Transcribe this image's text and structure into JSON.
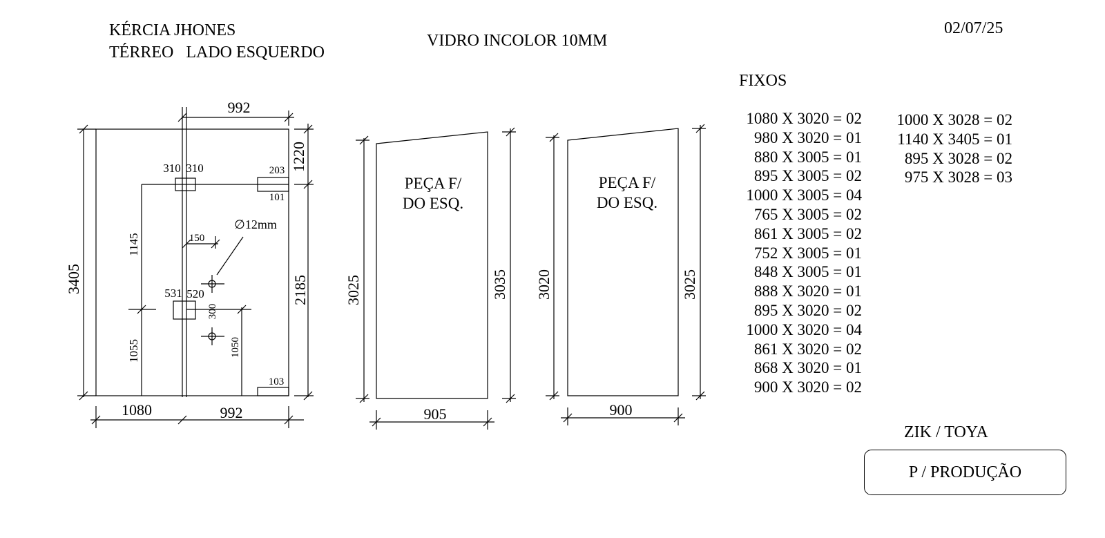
{
  "header": {
    "client": "KÉRCIA JHONES",
    "location": "TÉRREO   LADO ESQUERDO",
    "material": "VIDRO INCOLOR 10MM",
    "date": "02/07/25"
  },
  "panel_main": {
    "dim_top": "992",
    "dim_height": "3405",
    "dim_right_upper": "1220",
    "dim_right_lower": "2185",
    "dim_bottom_left": "1080",
    "dim_bottom_right": "992",
    "notch_left": "310",
    "notch_right": "310",
    "notch_top_right": "203",
    "notch_top_right_h": "101",
    "dim_1145": "1145",
    "dim_150": "150",
    "hole_dia": "∅12mm",
    "notch_mid_left": "531",
    "notch_mid_right": "520",
    "dim_300": "300",
    "dim_1055": "1055",
    "dim_1050": "1050",
    "notch_bottom_right": "103"
  },
  "panel_two": {
    "label_line1": "PEÇA F/",
    "label_line2": "DO ESQ.",
    "dim_left": "3025",
    "dim_right": "3035",
    "dim_bottom": "905"
  },
  "panel_three": {
    "label_line1": "PEÇA F/",
    "label_line2": "DO ESQ.",
    "dim_left": "3020",
    "dim_right": "3025",
    "dim_bottom": "900"
  },
  "fixos": {
    "title": "FIXOS",
    "col1": [
      "1080 X 3020 = 02",
      "980 X 3020 = 01",
      "880 X 3005 = 01",
      "895 X 3005 = 02",
      "1000 X 3005 = 04",
      "765 X 3005 = 02",
      "861 X 3005 = 02",
      "752 X 3005 = 01",
      "848 X 3005 = 01",
      "888 X 3020 = 01",
      "895 X 3020 = 02",
      "1000 X 3020 = 04",
      "861 X 3020 = 02",
      "868 X 3020 = 01",
      "900 X 3020 = 02"
    ],
    "col2": [
      "1000 X 3028 = 02",
      "1140 X 3405 = 01",
      "895 X 3028 = 02",
      "975 X 3028 = 03"
    ]
  },
  "footer": {
    "team": "ZIK / TOYA",
    "stamp": "P / PRODUÇÃO"
  }
}
